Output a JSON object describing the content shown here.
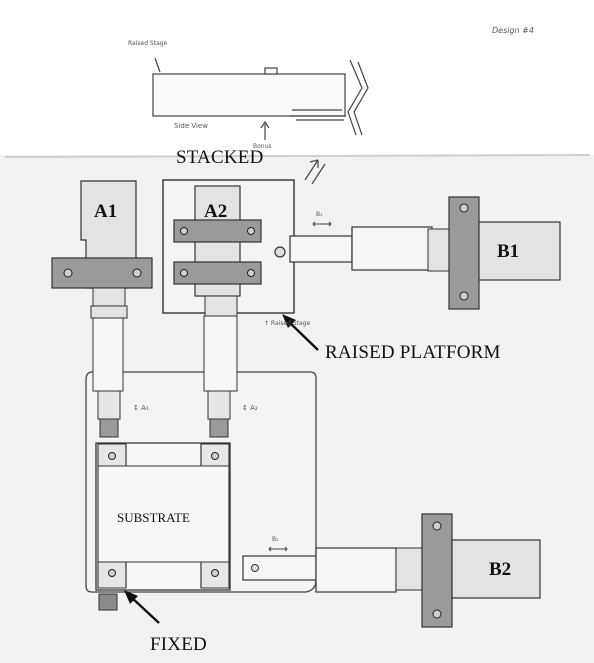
{
  "header": {
    "note": "Design #4"
  },
  "side_view": {
    "caption": "Side View",
    "raised_stage_note": "Raised Stage",
    "scale_note": "Bonus"
  },
  "labels": {
    "stacked": "STACKED",
    "raised_platform": "RAISED PLATFORM",
    "substrate": "SUBSTRATE",
    "fixed": "FIXED",
    "a1": "A1",
    "a2": "A2",
    "b1": "B1",
    "b2": "B2"
  },
  "annotations": {
    "a1_motion": "↕ A₁",
    "a2_motion": "↕ A₂",
    "b1_motion": "B₁",
    "b2_motion": "B₂",
    "raised_stage": "↑ Raised Stage"
  },
  "colors": {
    "component": "#e3e3e3",
    "clamp": "#9a9a9a",
    "line": "#333333"
  }
}
